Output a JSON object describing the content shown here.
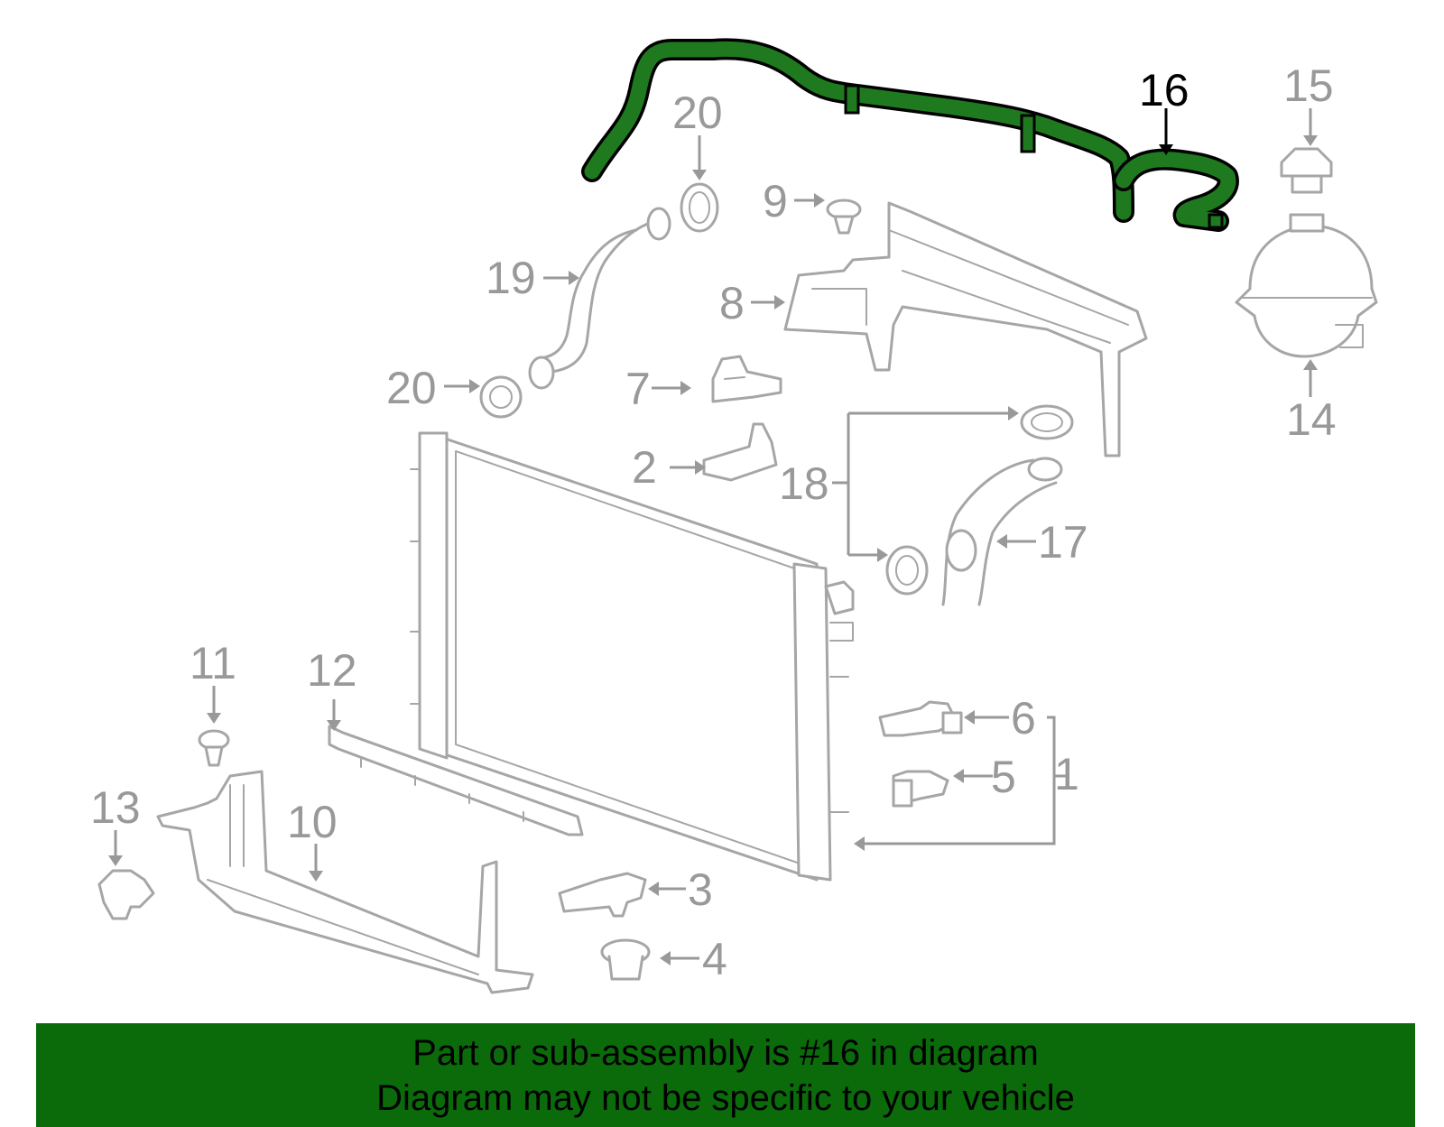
{
  "callouts": [
    {
      "id": "1",
      "label": "1",
      "highlighted": false
    },
    {
      "id": "2",
      "label": "2",
      "highlighted": false
    },
    {
      "id": "3",
      "label": "3",
      "highlighted": false
    },
    {
      "id": "4",
      "label": "4",
      "highlighted": false
    },
    {
      "id": "5",
      "label": "5",
      "highlighted": false
    },
    {
      "id": "6",
      "label": "6",
      "highlighted": false
    },
    {
      "id": "7",
      "label": "7",
      "highlighted": false
    },
    {
      "id": "8",
      "label": "8",
      "highlighted": false
    },
    {
      "id": "9",
      "label": "9",
      "highlighted": false
    },
    {
      "id": "10",
      "label": "10",
      "highlighted": false
    },
    {
      "id": "11",
      "label": "11",
      "highlighted": false
    },
    {
      "id": "12",
      "label": "12",
      "highlighted": false
    },
    {
      "id": "13",
      "label": "13",
      "highlighted": false
    },
    {
      "id": "14",
      "label": "14",
      "highlighted": false
    },
    {
      "id": "15",
      "label": "15",
      "highlighted": false
    },
    {
      "id": "16",
      "label": "16",
      "highlighted": true
    },
    {
      "id": "17",
      "label": "17",
      "highlighted": false
    },
    {
      "id": "18",
      "label": "18",
      "highlighted": false
    },
    {
      "id": "19",
      "label": "19",
      "highlighted": false
    },
    {
      "id": "20a",
      "label": "20",
      "highlighted": false
    },
    {
      "id": "20b",
      "label": "20",
      "highlighted": false
    }
  ],
  "banner": {
    "line1": "Part or sub-assembly is #16 in diagram",
    "line2": "Diagram may not be specific to your vehicle"
  },
  "colors": {
    "highlight_part": "#1f7a1f",
    "banner_background": "#0b6b0b",
    "part_outline": "#a6a6a6",
    "callout_text": "#999999",
    "highlight_text": "#000000"
  }
}
